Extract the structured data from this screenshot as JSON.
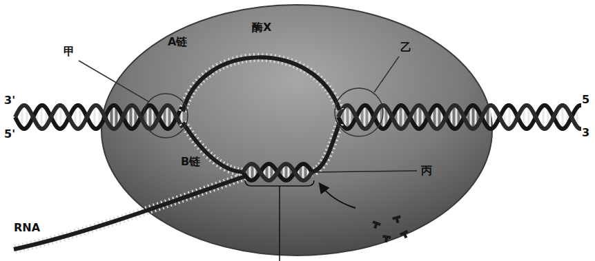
{
  "diagram": {
    "nodes": [
      {
        "text": [
          "酶X"
        ]
      }
    ],
    "labels": [
      "甲",
      "乙",
      "丙",
      "A链",
      "B链",
      "RNA",
      "3'",
      "5'",
      "5",
      "3"
    ]
  }
}
